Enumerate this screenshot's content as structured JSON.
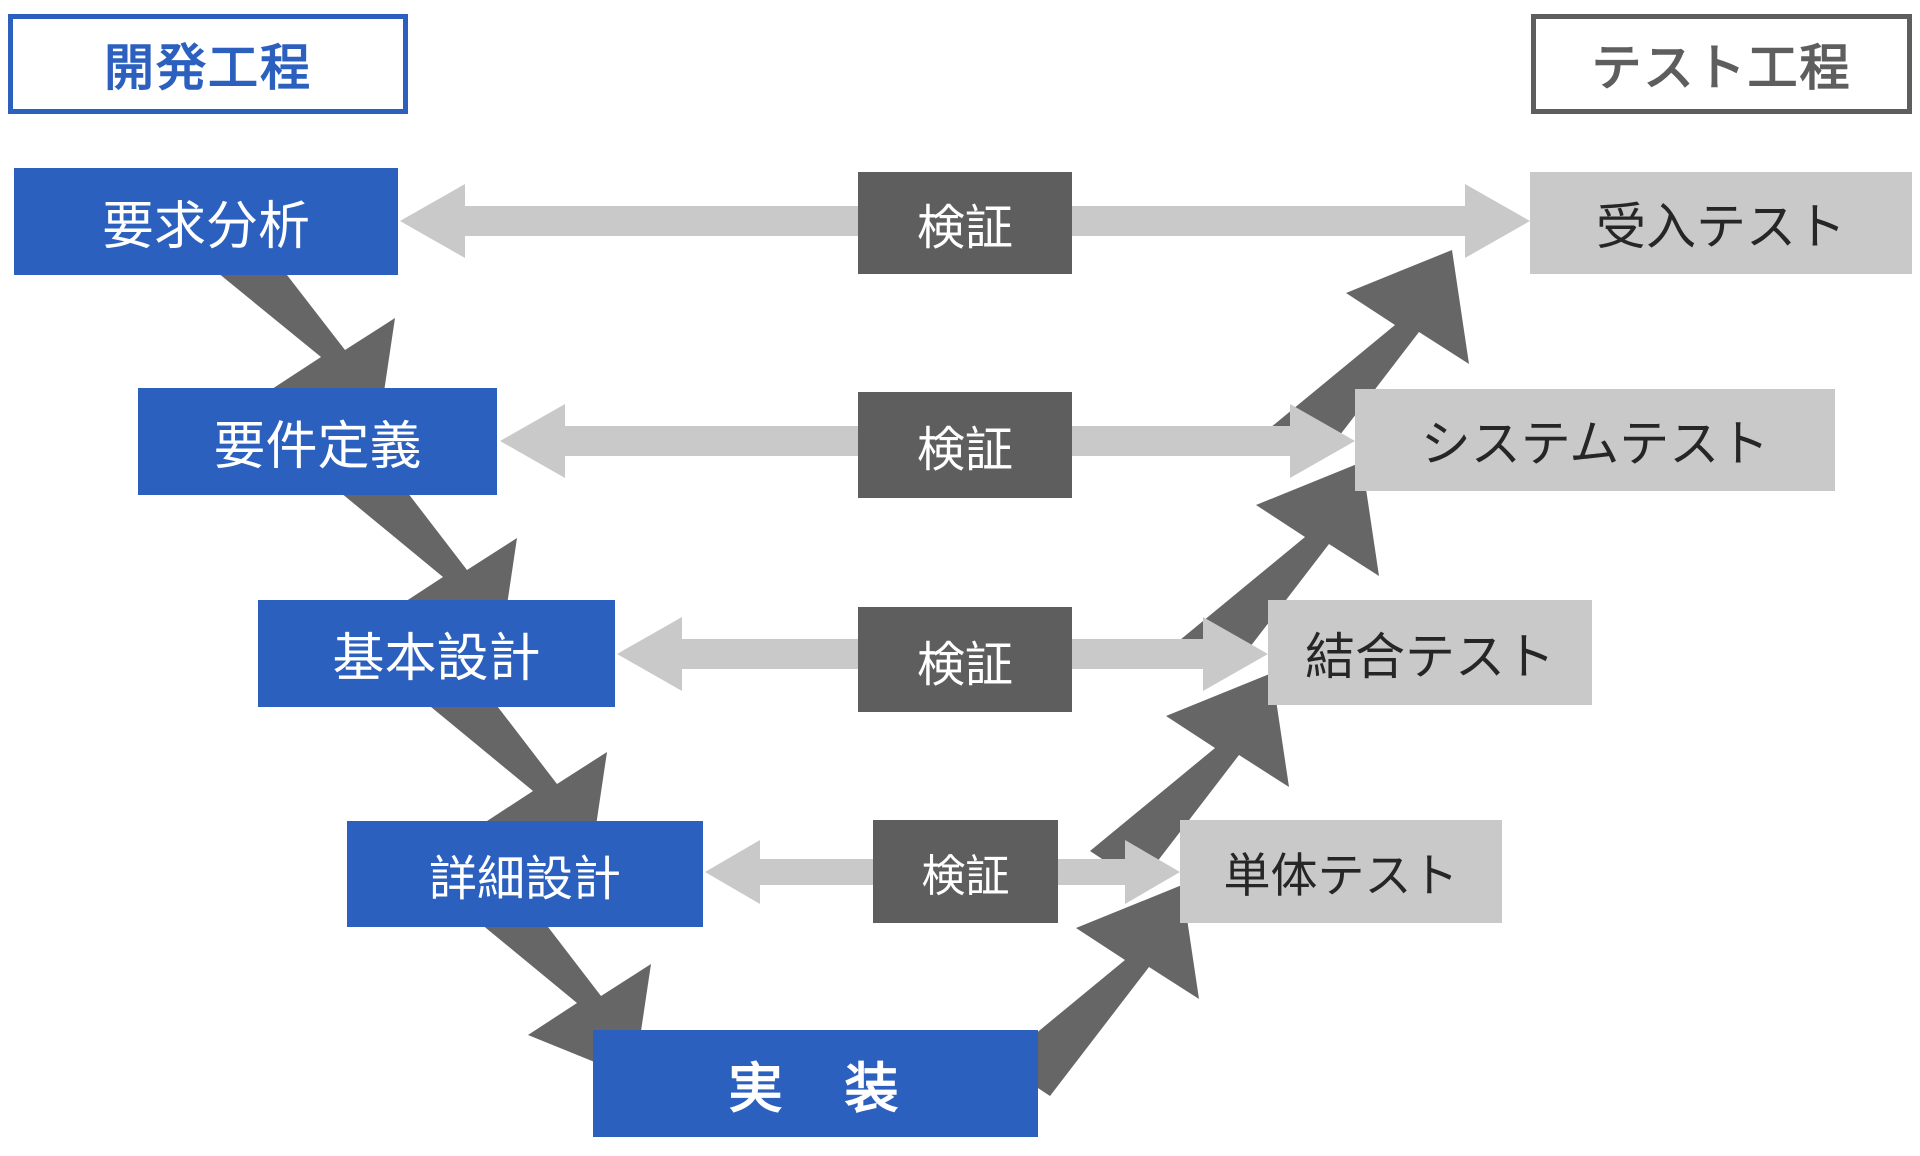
{
  "diagram": {
    "title_visible": false,
    "type": "v-model-software-development",
    "colors": {
      "development_blue": "#2C60BF",
      "test_gray": "#C9C9C9",
      "verify_dark_gray": "#5E5E5E",
      "arrow_light_gray": "#C9C9C9",
      "arrow_dark_gray": "#666666",
      "test_text": "#262626",
      "background": "#FFFFFF"
    }
  },
  "legends": {
    "development": "開発工程",
    "test": "テスト工程"
  },
  "development_phases": [
    {
      "label": "要求分析"
    },
    {
      "label": "要件定義"
    },
    {
      "label": "基本設計"
    },
    {
      "label": "詳細設計"
    }
  ],
  "implementation": {
    "label": "実　装"
  },
  "test_phases": [
    {
      "label": "受入テスト"
    },
    {
      "label": "システムテスト"
    },
    {
      "label": "結合テスト"
    },
    {
      "label": "単体テスト"
    }
  ],
  "verification_labels": [
    {
      "label": "検証"
    },
    {
      "label": "検証"
    },
    {
      "label": "検証"
    },
    {
      "label": "検証"
    }
  ],
  "relations": [
    {
      "development": "要求分析",
      "test": "受入テスト",
      "link": "検証"
    },
    {
      "development": "要件定義",
      "test": "システムテスト",
      "link": "検証"
    },
    {
      "development": "基本設計",
      "test": "結合テスト",
      "link": "検証"
    },
    {
      "development": "詳細設計",
      "test": "単体テスト",
      "link": "検証"
    }
  ],
  "flow": {
    "descending": [
      "要求分析",
      "要件定義",
      "基本設計",
      "詳細設計",
      "実　装"
    ],
    "ascending": [
      "実　装",
      "単体テスト",
      "結合テスト",
      "システムテスト",
      "受入テスト"
    ]
  }
}
